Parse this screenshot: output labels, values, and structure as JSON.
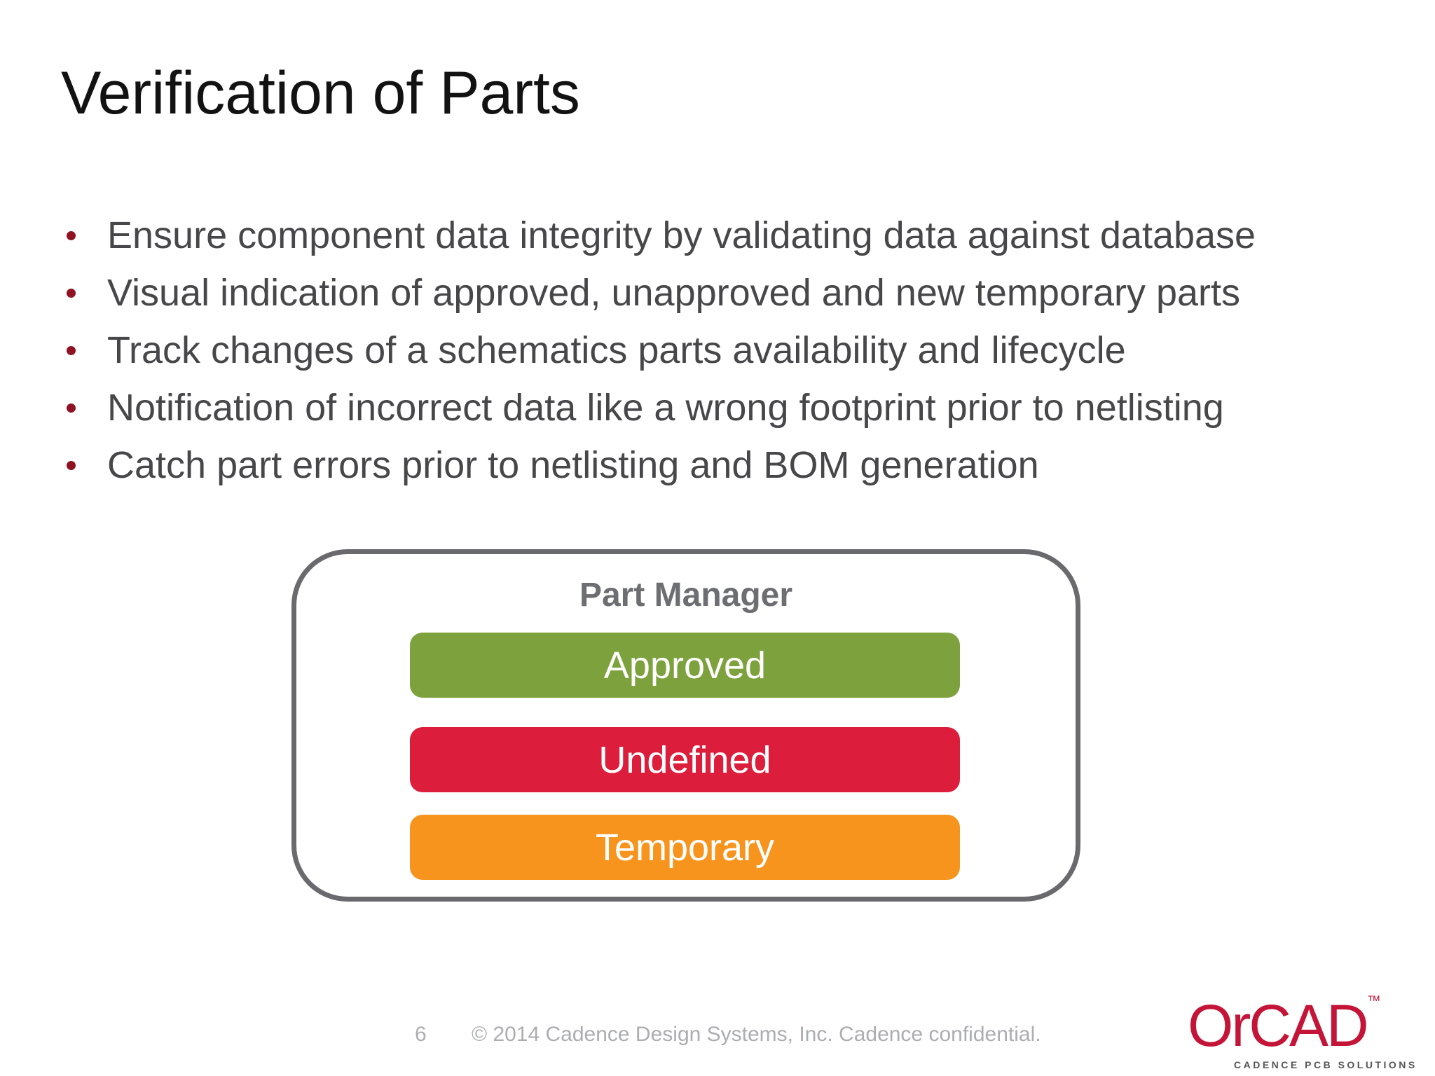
{
  "title": "Verification of Parts",
  "bullets": [
    "Ensure component data integrity by validating data against database",
    "Visual indication of approved, unapproved and new temporary parts",
    "Track changes of a schematics parts availability and lifecycle",
    "Notification of incorrect data like a wrong footprint prior to netlisting",
    "Catch part errors prior to netlisting and BOM generation"
  ],
  "part_manager": {
    "title": "Part Manager",
    "statuses": [
      {
        "label": "Approved",
        "color": "#7DA23D"
      },
      {
        "label": "Undefined",
        "color": "#DC1E3C"
      },
      {
        "label": "Temporary",
        "color": "#F7941E"
      }
    ],
    "border_color": "#6A6A6E"
  },
  "footer": {
    "page_number": "6",
    "copyright": "© 2014 Cadence Design Systems, Inc. Cadence confidential."
  },
  "logo": {
    "text": "OrCAD",
    "trademark": "™",
    "caption": "CADENCE PCB SOLUTIONS",
    "color": "#C41438"
  },
  "colors": {
    "bullet_dot": "#8E1221",
    "body_text": "#47474A",
    "title_text": "#121212",
    "footer_text": "#ACADB1"
  }
}
